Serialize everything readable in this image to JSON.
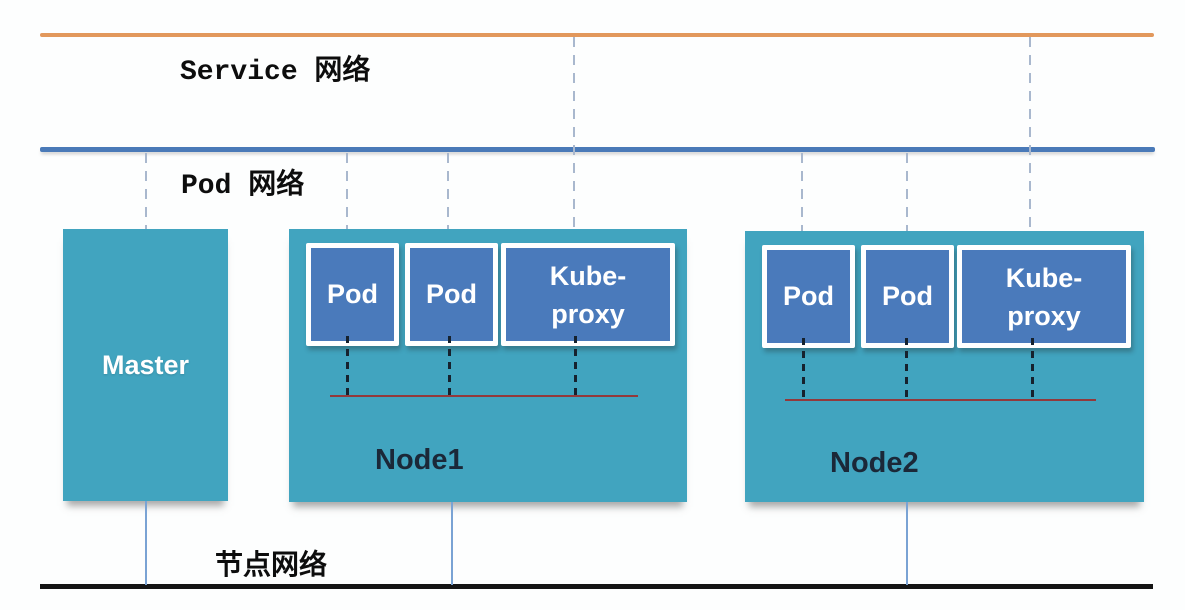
{
  "diagram": {
    "type": "kubernetes-network-architecture",
    "networks": {
      "service": {
        "label": "Service 网络",
        "color": "#e2985c"
      },
      "pod": {
        "label": "Pod 网络",
        "color": "#4a7ab8"
      },
      "node": {
        "label": "节点网络",
        "color": "#141414"
      }
    },
    "master": {
      "label": "Master",
      "fill": "#41a4bf"
    },
    "nodes": [
      {
        "label": "Node1",
        "fill": "#41a4bf",
        "bus_color": "#93393b",
        "boxes": [
          {
            "label": "Pod"
          },
          {
            "label": "Pod"
          },
          {
            "label": "Kube-proxy"
          }
        ]
      },
      {
        "label": "Node2",
        "fill": "#41a4bf",
        "bus_color": "#93393b",
        "boxes": [
          {
            "label": "Pod"
          },
          {
            "label": "Pod"
          },
          {
            "label": "Kube-proxy"
          }
        ]
      }
    ],
    "colors": {
      "inner_box_fill": "#4a7abb",
      "inner_box_border": "#ffffff",
      "dashed_connector_light": "#a9b8ce",
      "dashed_connector_dark": "#16222e",
      "bottom_connector": "#7aa3d4",
      "box_text": "#ffffff",
      "node_label_text": "#1b2838",
      "network_label_text": "#0d0d0d"
    }
  }
}
